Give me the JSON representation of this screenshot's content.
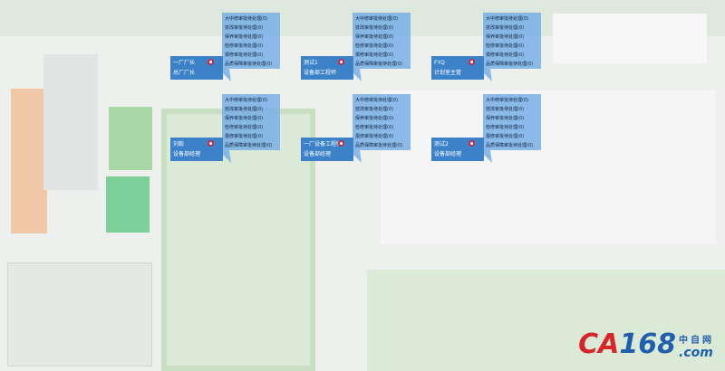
{
  "popup_items": [
    "大中修审批待处理(0)",
    "技改审批待处理(0)",
    "保养审批待处理(0)",
    "检修审批待处理(0)",
    "报修审批待处理(0)",
    "品质保障审批待处理(0)"
  ],
  "users": [
    {
      "name": "一厂厂长",
      "role": "总厂厂长"
    },
    {
      "name": "测试1",
      "role": "设备部工程师"
    },
    {
      "name": "FYQ",
      "role": "计划室主管"
    },
    {
      "name": "刘毅",
      "role": "设备部经理"
    },
    {
      "name": "一厂设备工程师",
      "role": "设备部经理"
    },
    {
      "name": "测试2",
      "role": "设备部经理"
    }
  ],
  "logo": {
    "brand_a": "CA",
    "brand_b": "168",
    "cn": "中自网",
    "domain": ".com"
  },
  "colors": {
    "card": "#3b82c8",
    "popup": "#78afe6",
    "pin": "#c0304a"
  }
}
